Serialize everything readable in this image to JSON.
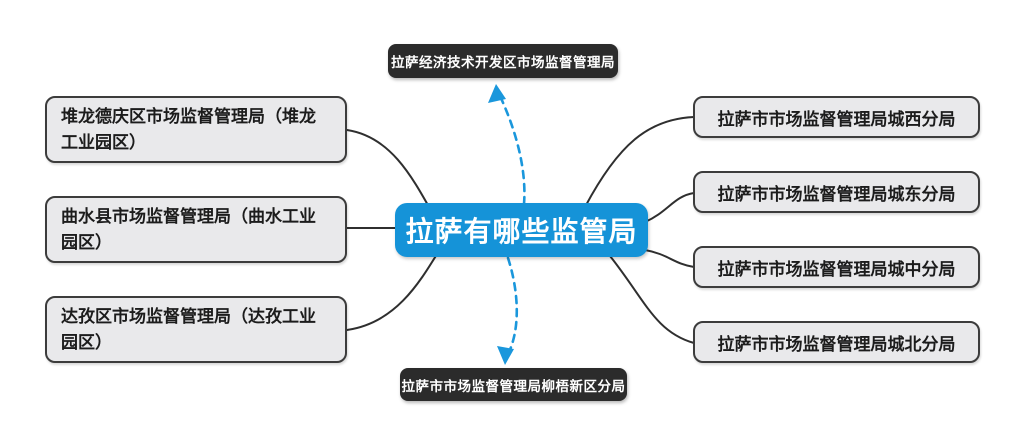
{
  "colors": {
    "background": "#ffffff",
    "center_fill": "#1593d8",
    "center_text": "#ffffff",
    "dark_fill": "#2b2b2b",
    "dark_text": "#ffffff",
    "branch_fill": "#e9e9eb",
    "branch_border": "#3c3c3c",
    "branch_text": "#1c1c1c",
    "connector": "#2f2f2f",
    "dashed_arrow": "#1a97dc"
  },
  "center_node": {
    "label": "拉萨有哪些监管局"
  },
  "top_branch": {
    "label": "拉萨经济技术开发区市场监督管理局"
  },
  "bottom_branch": {
    "label": "拉萨市市场监督管理局柳梧新区分局"
  },
  "left_branches": [
    {
      "label": "堆龙德庆区市场监督管理局（堆龙\n工业园区）"
    },
    {
      "label": "曲水县市场监督管理局（曲水工业\n园区）"
    },
    {
      "label": "达孜区市场监督管理局（达孜工业\n园区）"
    }
  ],
  "right_branches": [
    {
      "label": "拉萨市市场监督管理局城西分局"
    },
    {
      "label": "拉萨市市场监督管理局城东分局"
    },
    {
      "label": "拉萨市市场监督管理局城中分局"
    },
    {
      "label": "拉萨市市场监督管理局城北分局"
    }
  ]
}
